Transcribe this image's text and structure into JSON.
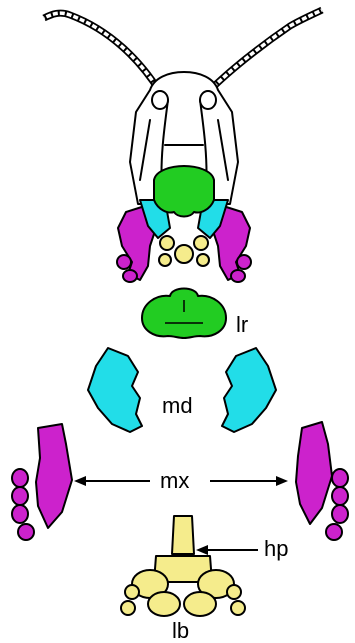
{
  "labels": {
    "labrum": "lr",
    "mandible": "md",
    "maxilla": "mx",
    "hypopharynx": "hp",
    "labium": "lb"
  },
  "colors": {
    "labrum": "#22cc22",
    "mandible": "#22dde8",
    "maxilla": "#cc22cc",
    "labium": "#f5ec8c",
    "outline": "#000000",
    "background": "#ffffff"
  }
}
